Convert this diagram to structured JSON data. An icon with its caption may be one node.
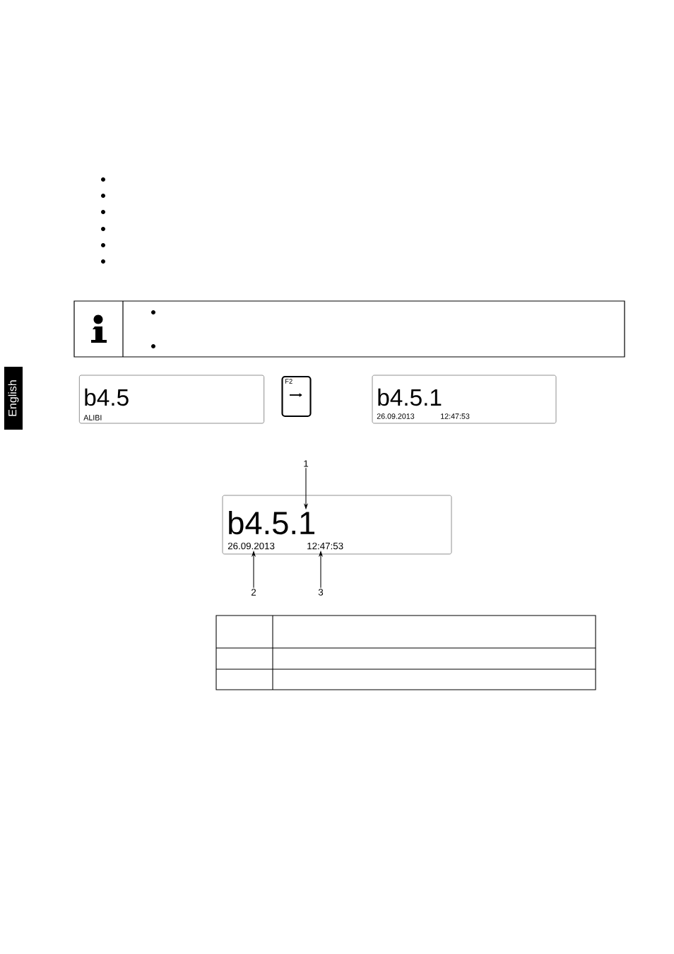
{
  "diagram": {
    "nodes": [
      {
        "text": [
          "b4.5",
          "ALIBI"
        ]
      },
      {
        "text": [
          "F2"
        ]
      },
      {
        "text": [
          "b4.5.1",
          "26.09.2013",
          "12:47:53"
        ]
      },
      {
        "text": [],
        "shape": "box"
      },
      {
        "text": [
          "b4.5.1"
        ],
        "in": 3
      },
      {
        "text": [
          "26.09.2013"
        ],
        "in": 3
      },
      {
        "text": [
          "12:47:53"
        ],
        "in": 3
      },
      {
        "text": [
          "1"
        ]
      },
      {
        "text": [
          "2"
        ]
      },
      {
        "text": [
          "3"
        ]
      }
    ],
    "edges": [
      {
        "from": 7,
        "to": 4,
        "arrow": "to"
      },
      {
        "from": 8,
        "to": 5,
        "arrow": "to"
      },
      {
        "from": 9,
        "to": 6,
        "arrow": "to"
      }
    ],
    "labels": [
      "English"
    ]
  }
}
